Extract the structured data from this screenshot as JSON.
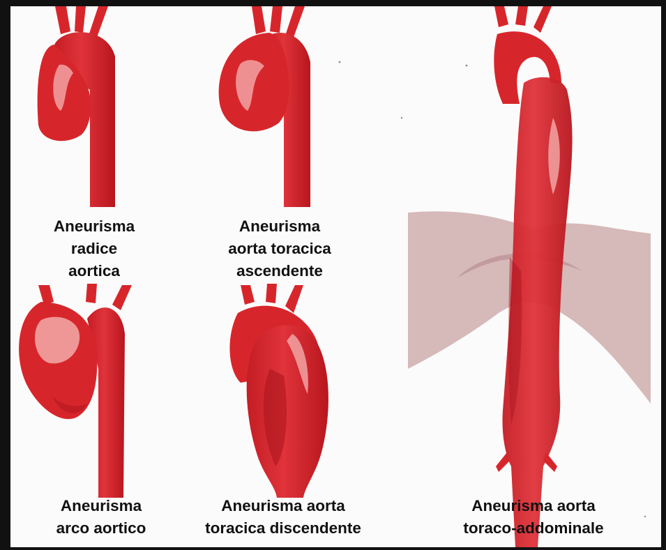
{
  "captions": {
    "root": {
      "line1": "Aneurisma",
      "line2": "radice",
      "line3": "aortica"
    },
    "ascending": {
      "line1": "Aneurisma",
      "line2": "aorta toracica",
      "line3": "ascendente"
    },
    "arch": {
      "line1": "Aneurisma",
      "line2": "arco aortico"
    },
    "descending": {
      "line1": "Aneurisma aorta",
      "line2": "toracica discendente"
    },
    "thoracoabdominal": {
      "line1": "Aneurisma aorta",
      "line2": "toraco-addominale"
    }
  },
  "colors": {
    "aorta": "#d7262b",
    "aorta_dark": "#a8141c",
    "aorta_highlight": "#f2a3a3",
    "diaphragm": "#c9a3a3",
    "frame": "#111111"
  }
}
